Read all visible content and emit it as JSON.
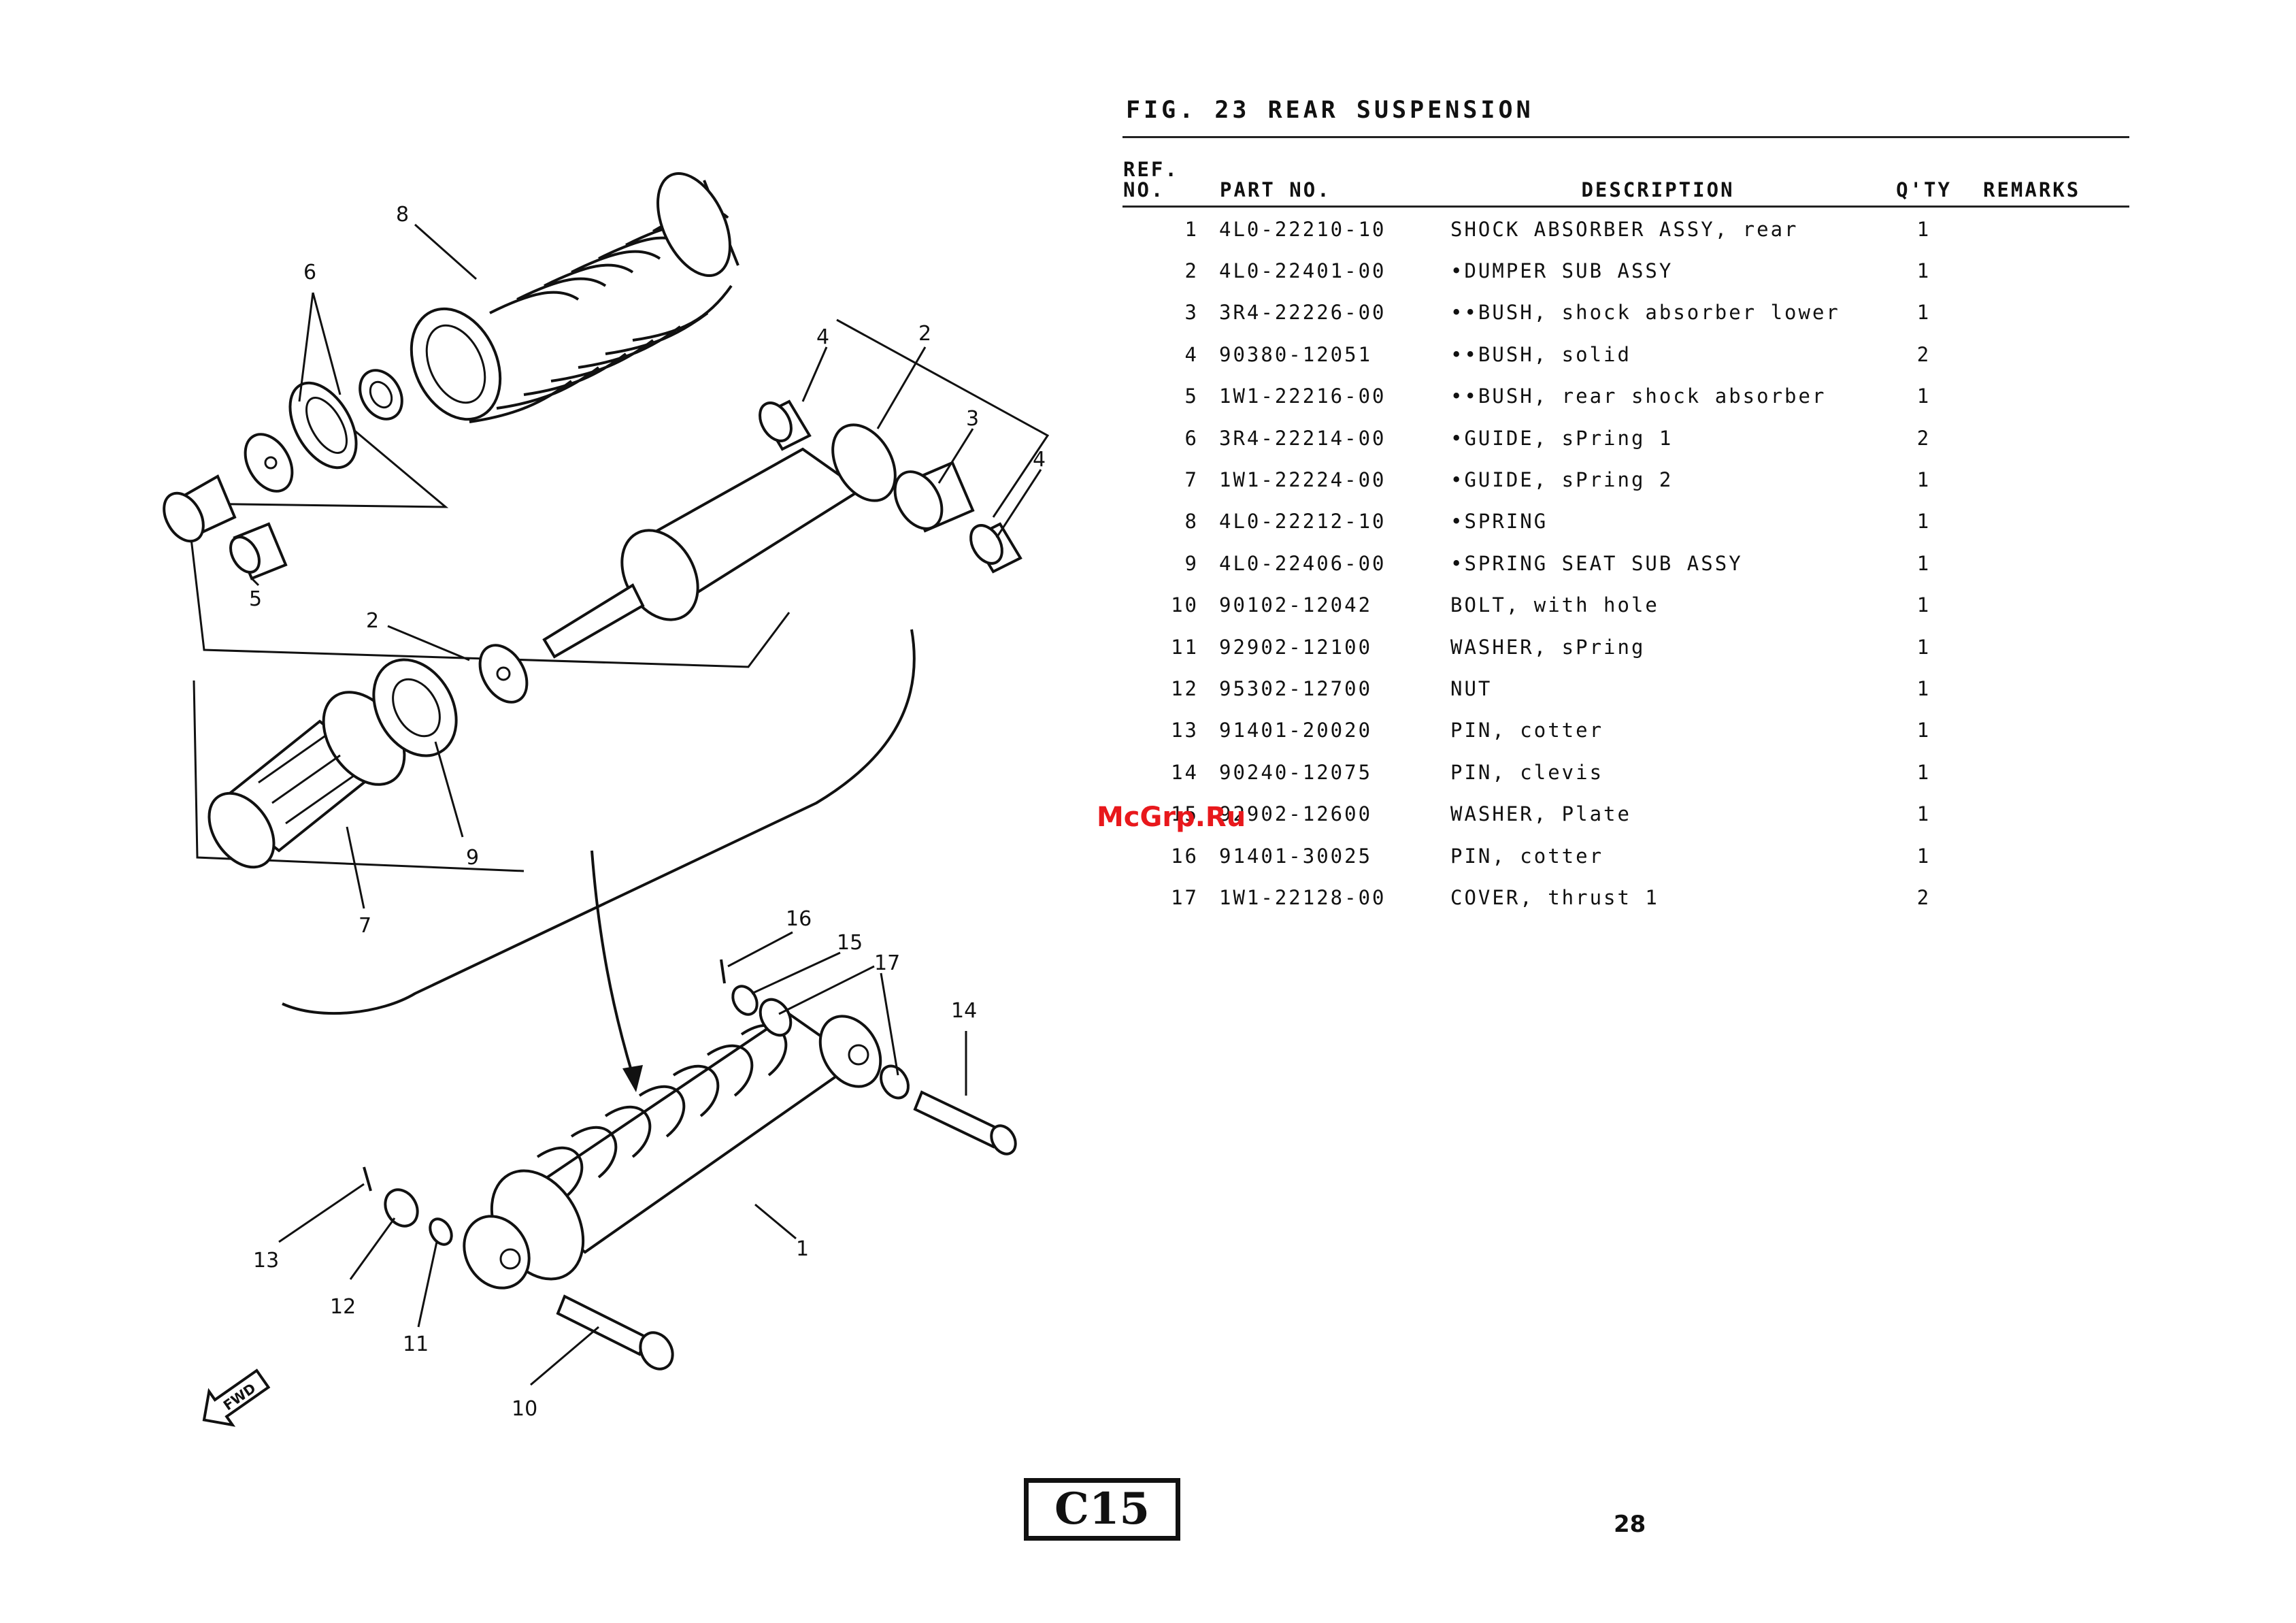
{
  "figure": {
    "title": "FIG. 23  REAR SUSPENSION"
  },
  "table": {
    "headers": {
      "ref_no": "REF.\nNO.",
      "part_no": "PART NO.",
      "description": "DESCRIPTION",
      "qty": "Q'TY",
      "remarks": "REMARKS"
    },
    "rows": [
      {
        "no": "1",
        "part": "4L0-22210-10",
        "desc": "SHOCK ABSORBER ASSY, rear",
        "qty": "1",
        "remarks": ""
      },
      {
        "no": "2",
        "part": "4L0-22401-00",
        "desc": "•DUMPER SUB ASSY",
        "qty": "1",
        "remarks": ""
      },
      {
        "no": "3",
        "part": "3R4-22226-00",
        "desc": "••BUSH, shock absorber lower",
        "qty": "1",
        "remarks": ""
      },
      {
        "no": "4",
        "part": "90380-12051",
        "desc": "••BUSH, solid",
        "qty": "2",
        "remarks": ""
      },
      {
        "no": "5",
        "part": "1W1-22216-00",
        "desc": "••BUSH, rear shock absorber",
        "qty": "1",
        "remarks": ""
      },
      {
        "no": "6",
        "part": "3R4-22214-00",
        "desc": "•GUIDE, sPring 1",
        "qty": "2",
        "remarks": ""
      },
      {
        "no": "7",
        "part": "1W1-22224-00",
        "desc": "•GUIDE, sPring 2",
        "qty": "1",
        "remarks": ""
      },
      {
        "no": "8",
        "part": "4L0-22212-10",
        "desc": "•SPRING",
        "qty": "1",
        "remarks": ""
      },
      {
        "no": "9",
        "part": "4L0-22406-00",
        "desc": "•SPRING SEAT SUB ASSY",
        "qty": "1",
        "remarks": ""
      },
      {
        "no": "10",
        "part": "90102-12042",
        "desc": "BOLT, with hole",
        "qty": "1",
        "remarks": ""
      },
      {
        "no": "11",
        "part": "92902-12100",
        "desc": "WASHER, sPring",
        "qty": "1",
        "remarks": ""
      },
      {
        "no": "12",
        "part": "95302-12700",
        "desc": "NUT",
        "qty": "1",
        "remarks": ""
      },
      {
        "no": "13",
        "part": "91401-20020",
        "desc": "PIN, cotter",
        "qty": "1",
        "remarks": ""
      },
      {
        "no": "14",
        "part": "90240-12075",
        "desc": "PIN, clevis",
        "qty": "1",
        "remarks": ""
      },
      {
        "no": "15",
        "part": "92902-12600",
        "desc": "WASHER, Plate",
        "qty": "1",
        "remarks": ""
      },
      {
        "no": "16",
        "part": "91401-30025",
        "desc": "PIN, cotter",
        "qty": "1",
        "remarks": ""
      },
      {
        "no": "17",
        "part": "1W1-22128-00",
        "desc": "COVER, thrust 1",
        "qty": "2",
        "remarks": ""
      }
    ]
  },
  "diagram": {
    "callouts": [
      "8",
      "6",
      "4",
      "2",
      "3",
      "4",
      "5",
      "2",
      "9",
      "7",
      "16",
      "15",
      "17",
      "14",
      "1",
      "13",
      "12",
      "11",
      "10"
    ],
    "fwd_label": "FWD"
  },
  "watermark": "McGrp.Ru",
  "section_code": "C15",
  "page_number": "28"
}
